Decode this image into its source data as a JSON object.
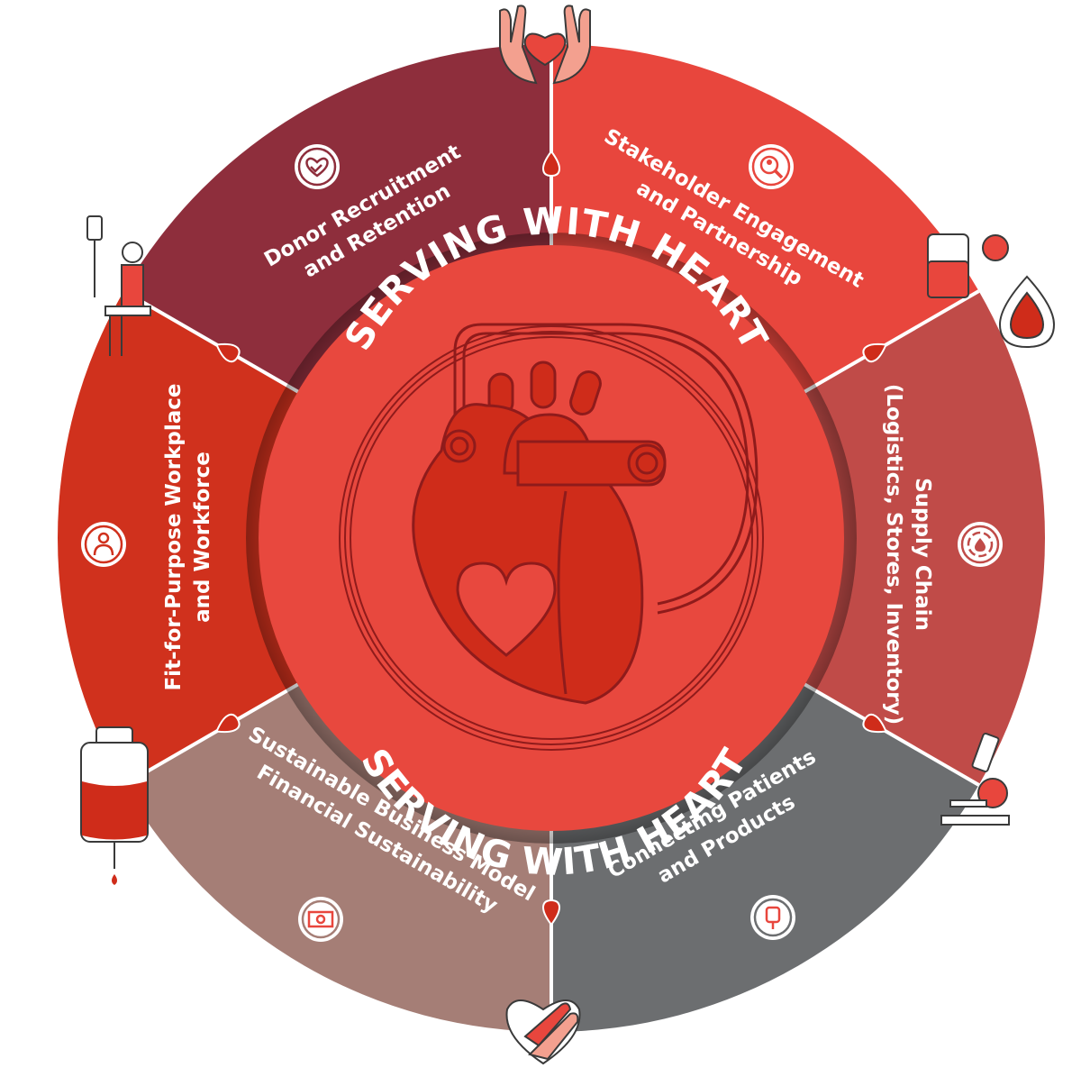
{
  "center": {
    "title_top": "SERVING WITH HEART",
    "title_bottom": "SERVING WITH HEART",
    "main_color": "#e8483e",
    "heart_color": "#cf2c1a",
    "line_color": "#8f1b1b"
  },
  "segments": [
    {
      "id": "donor",
      "label_lines": [
        "Donor Recruitment",
        "and Retention"
      ],
      "color": "#8e2e3c",
      "icon": "heart-handshake-icon"
    },
    {
      "id": "stakeholder",
      "label_lines": [
        "Stakeholder Engagement",
        "and Partnership"
      ],
      "color": "#e8463d",
      "icon": "person-search-icon"
    },
    {
      "id": "supply",
      "label_lines": [
        "Supply Chain",
        "(Logistics, Stores, Inventory)"
      ],
      "color": "#c04b48",
      "icon": "blood-drop-cycle-icon"
    },
    {
      "id": "connecting",
      "label_lines": [
        "Connecting Patients",
        "and Products"
      ],
      "color": "#6c6e70",
      "icon": "blood-bag-icon"
    },
    {
      "id": "sustainable",
      "label_lines": [
        "Sustainable Business Model",
        "Financial Sustainability"
      ],
      "color": "#a57e76",
      "icon": "money-icon"
    },
    {
      "id": "workplace",
      "label_lines": [
        "Fit-for-Purpose Workplace",
        "and Workforce"
      ],
      "color": "#d0311d",
      "icon": "worker-icon"
    }
  ],
  "outer_icons": [
    "caring-hands-icon",
    "blood-donation-icon",
    "microscope-icon",
    "heart-hands-icon",
    "blood-bag-drip-icon",
    "donor-chair-icon"
  ]
}
